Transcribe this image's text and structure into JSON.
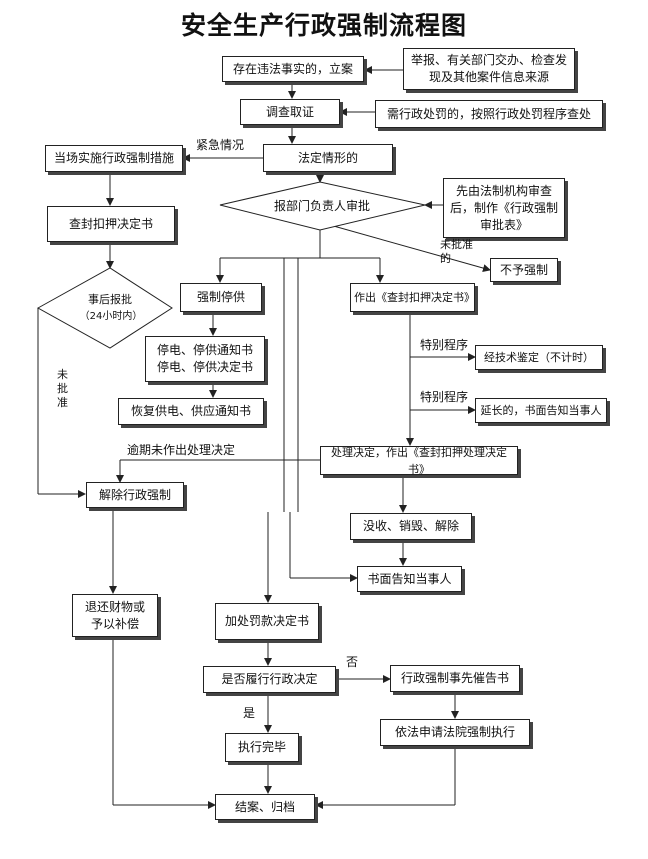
{
  "title": "安全生产行政强制流程图",
  "nodes": {
    "file_case": "存在违法事实的，立案",
    "sources": "举报、有关部门交办、检查发现及其他案件信息来源",
    "investigate": "调查取证",
    "admin_penalty": "需行政处罚的，按照行政处罚程序查处",
    "circumstances": "法定情形的",
    "onsite_measures": "当场实施行政强制措施",
    "dept_approval": "报部门负责人审批",
    "legal_review": "先由法制机构审查后，制作《行政强制审批表》",
    "seize_decision_left": "查封扣押决定书",
    "post_approval": "事后报批",
    "within_24h": "（24小时内）",
    "no_enforcement": "不予强制",
    "stop_supply": "强制停供",
    "make_seize_decision": "作出《查封扣押决定书》",
    "notice_line1": "停电、停供通知书",
    "notice_line2": "停电、停供决定书",
    "tech_appraisal": "经技术鉴定（不计时）",
    "restore_notice": "恢复供电、供应通知书",
    "extension": "延长的，书面告知当事人",
    "handle_decision": "处理决定，作出《查封扣押处理决定书》",
    "lift_enforcement": "解除行政强制",
    "confiscate": "没收、销毁、解除",
    "written_notice": "书面告知当事人",
    "return_property": "退还财物或予以补偿",
    "add_fine": "加处罚款决定书",
    "comply_check": "是否履行行政决定",
    "enforce_notice": "行政强制事先催告书",
    "court_enforce": "依法申请法院强制执行",
    "execution_done": "执行完毕",
    "close_file": "结案、归档"
  },
  "edge_labels": {
    "urgent": "紧急情况",
    "not_approved_right": "未批准的",
    "not_approved_left": "未批准",
    "special_1": "特别程序",
    "special_2": "特别程序",
    "overdue": "逾期未作出处理决定",
    "no": "否",
    "yes": "是"
  }
}
